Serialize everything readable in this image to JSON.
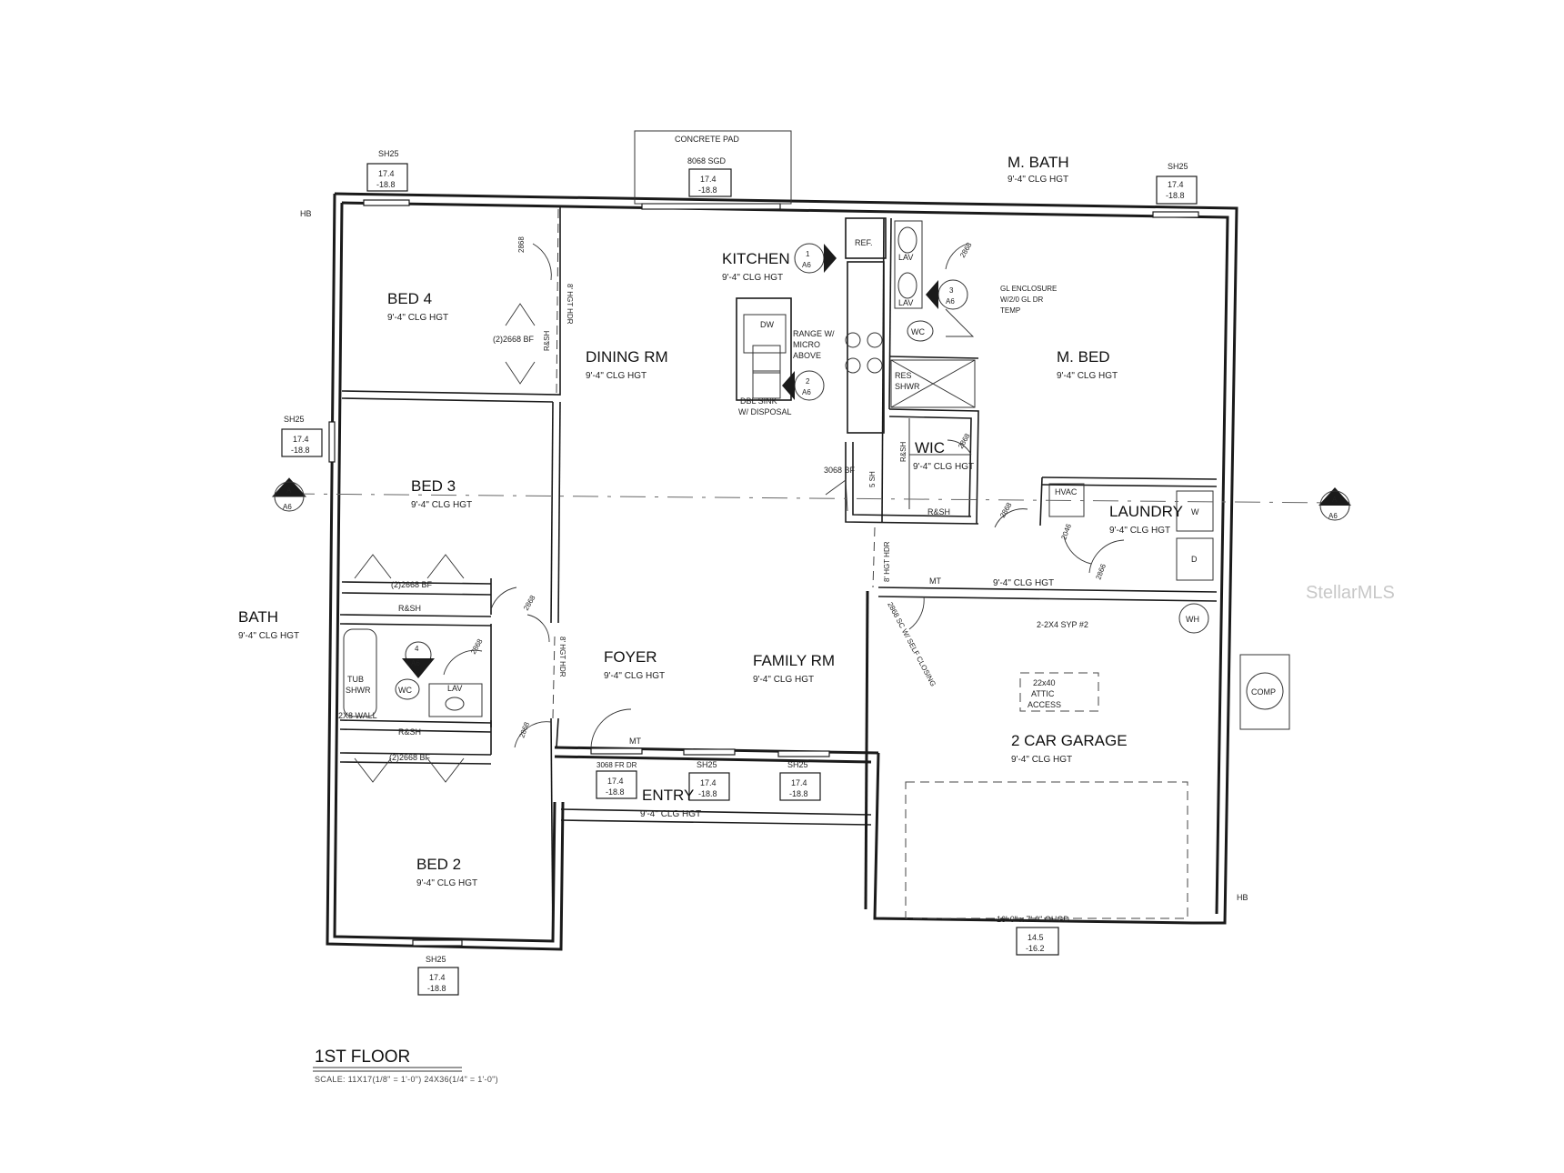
{
  "rooms": {
    "bed4": {
      "name": "BED 4",
      "ceiling": "9'-4\" CLG HGT"
    },
    "dining": {
      "name": "DINING RM",
      "ceiling": "9'-4\" CLG HGT"
    },
    "kitchen": {
      "name": "KITCHEN",
      "ceiling": "9'-4\" CLG HGT"
    },
    "mbath": {
      "name": "M. BATH",
      "ceiling": "9'-4\" CLG HGT"
    },
    "mbed": {
      "name": "M. BED",
      "ceiling": "9'-4\" CLG HGT"
    },
    "bed3": {
      "name": "BED 3",
      "ceiling": "9'-4\" CLG HGT"
    },
    "wic": {
      "name": "WIC",
      "ceiling": "9'-4\" CLG HGT"
    },
    "laundry": {
      "name": "LAUNDRY",
      "ceiling": "9'-4\" CLG HGT"
    },
    "bath": {
      "name": "BATH",
      "ceiling": "9'-4\" CLG HGT"
    },
    "foyer": {
      "name": "FOYER",
      "ceiling": "9'-4\" CLG HGT"
    },
    "family": {
      "name": "FAMILY RM",
      "ceiling": "9'-4\" CLG HGT"
    },
    "garage": {
      "name": "2 CAR GARAGE",
      "ceiling": "9'-4\" CLG HGT"
    },
    "entry": {
      "name": "ENTRY",
      "ceiling": "9'-4\" CLG HGT"
    },
    "bed2": {
      "name": "BED 2",
      "ceiling": "9'-4\" CLG HGT"
    },
    "hall": {
      "ceiling": "9'-4\" CLG HGT"
    }
  },
  "windows": {
    "sh25": "SH25",
    "sgd": "8068 SGD",
    "fr_dr": "3068 FR DR",
    "ohgd": "16'-0\" x 7'-0\" OHGD",
    "val_a": "17.4",
    "val_b": "-18.8",
    "ohgd_a": "14.5",
    "ohgd_b": "-16.2"
  },
  "labels": {
    "concrete_pad": "CONCRETE PAD",
    "hb": "HB",
    "ref": "REF.",
    "dw": "DW",
    "range": [
      "RANGE W/",
      "MICRO",
      "ABOVE"
    ],
    "sink": [
      "DBL SINK",
      "W/ DISPOSAL"
    ],
    "lav": "LAV",
    "wc": "WC",
    "res_shwr": [
      "RES",
      "SHWR"
    ],
    "gl_enclosure": [
      "GL ENCLOSURE",
      "W/2/0 GL DR",
      "TEMP"
    ],
    "rsh": "R&SH",
    "bf2": "(2)2668 BF",
    "d2668": "2868",
    "d2866": "2866",
    "d2046": "2046",
    "d3068bf": "3068 BF",
    "sh5": "5 SH",
    "hgt_hdr": "8' HGT HDR",
    "hvac": "HVAC",
    "w": "W",
    "d": "D",
    "mt": "MT",
    "wh": "WH",
    "comp": "COMP",
    "syp": "2-2X4 SYP #2",
    "self_closing": "2868 SC W/ SELF CLOSING",
    "attic": [
      "22x40",
      "ATTIC",
      "ACCESS"
    ],
    "tub": [
      "TUB",
      "SHWR"
    ],
    "wall_2x8": "2X8 WALL",
    "sec_a": "A",
    "sec_a6": "A6",
    "det1": "1",
    "det2": "2",
    "det3": "3",
    "det4": "4"
  },
  "footer": {
    "title": "1ST FLOOR",
    "scale": "SCALE: 11X17(1/8\" = 1'-0\") 24X36(1/4\" = 1'-0\")"
  },
  "watermark": "StellarMLS"
}
